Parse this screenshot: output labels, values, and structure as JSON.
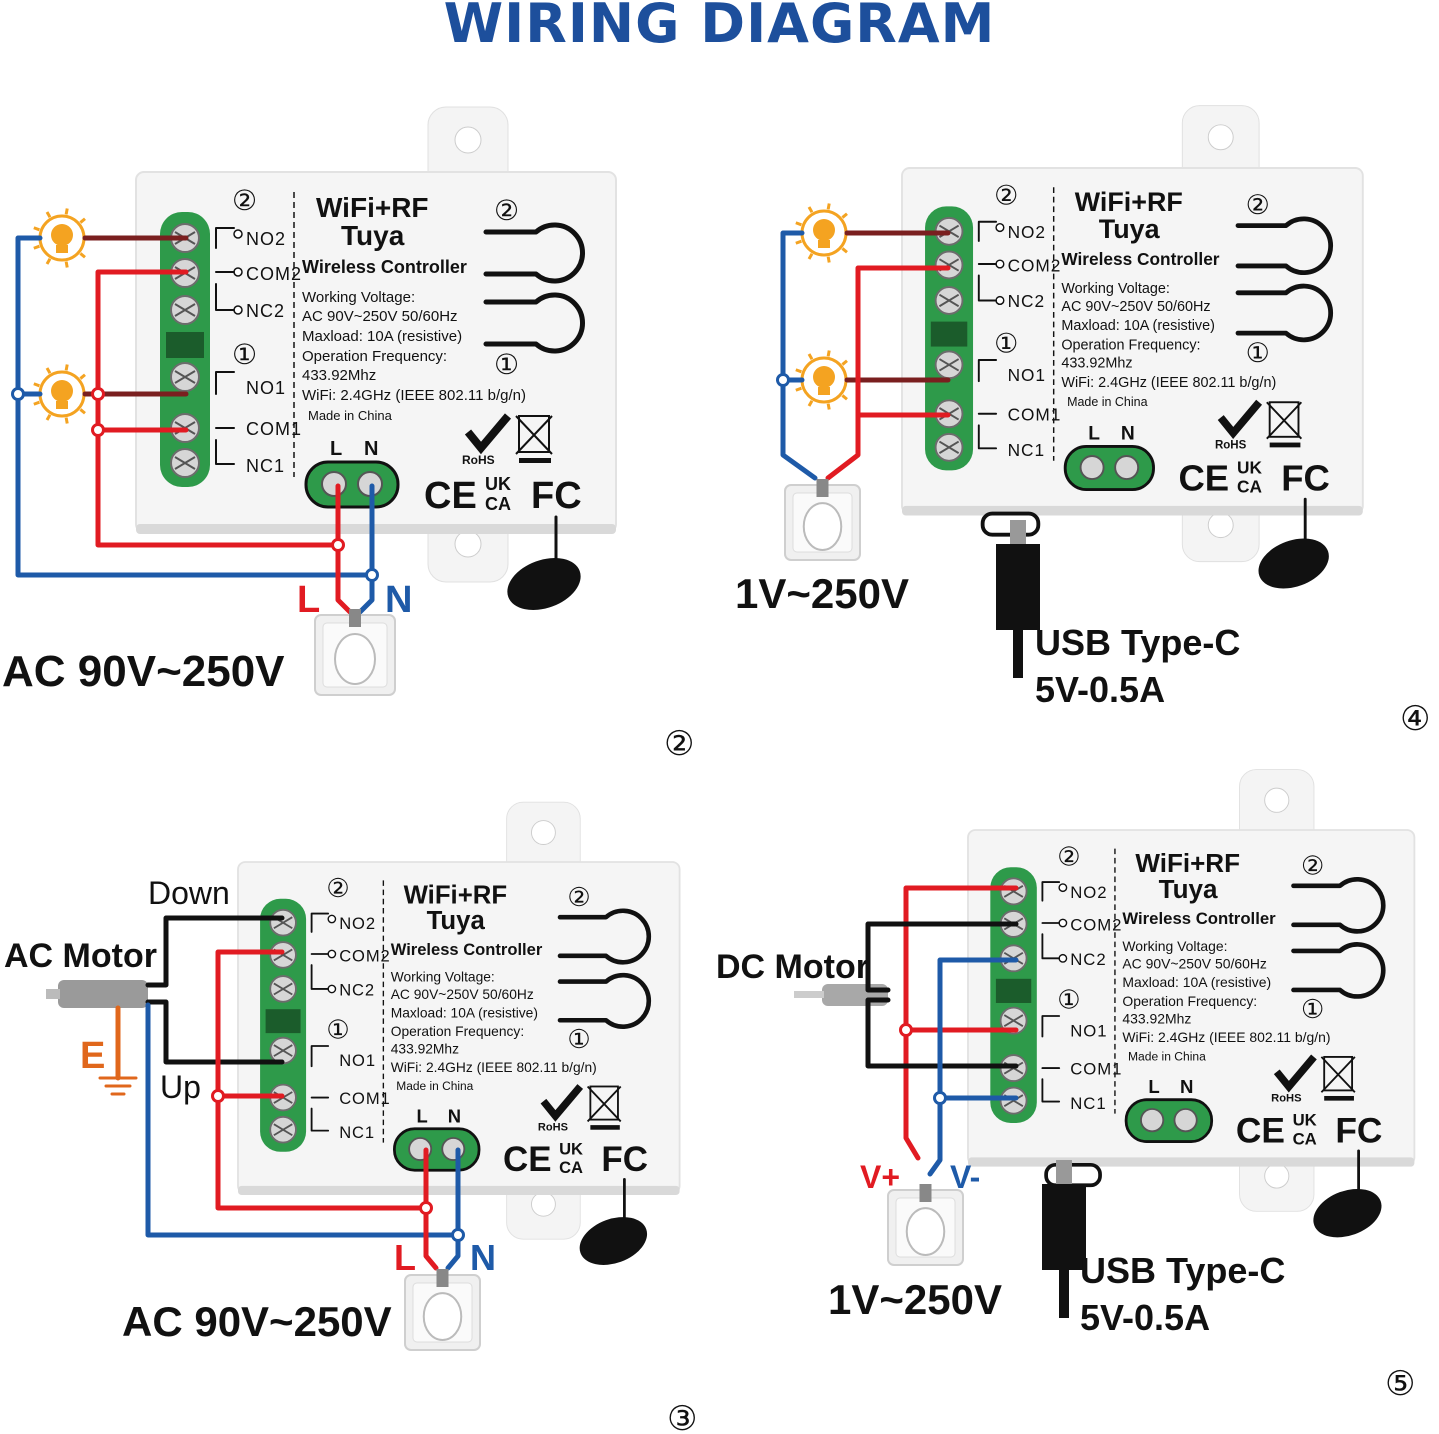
{
  "title": "WIRING DIAGRAM",
  "colors": {
    "title": "#1d4f9c",
    "live": "#e11b22",
    "neutral": "#1e5aa8",
    "load": "#7a1f1f",
    "earth": "#e0671c",
    "terminal": "#2e9a4a",
    "lamp": "#f4a321",
    "wire_black": "#111111"
  },
  "device": {
    "badge_top": "②",
    "badge_bottom": "①",
    "name_line1": "WiFi+RF",
    "name_line2": "Tuya",
    "name_line3": "Wireless Controller",
    "spec_voltage_label": "Working Voltage:",
    "spec_voltage": "AC 90V~250V  50/60Hz",
    "spec_load": "Maxload: 10A (resistive)",
    "spec_freq_label": "Operation Frequency:",
    "spec_freq": "433.92Mhz",
    "spec_wifi": "WiFi: 2.4GHz (IEEE 802.11 b/g/n)",
    "made_in": "Made in China",
    "terminals": [
      "NO2",
      "COM2",
      "NC2",
      "NO1",
      "COM1",
      "NC1"
    ],
    "power_l": "L",
    "power_n": "N",
    "rohs": "RoHS",
    "cert_ce": "CE",
    "cert_ukca_top": "UK",
    "cert_ukca_bottom": "CA",
    "cert_fc": "FC"
  },
  "panels": [
    {
      "id": "2",
      "number": "②",
      "supply": "AC 90V~250V",
      "wire_l": "L",
      "wire_n": "N"
    },
    {
      "id": "4",
      "number": "④",
      "supply": "1V~250V",
      "usb_line1": "USB Type-C",
      "usb_line2": "5V-0.5A"
    },
    {
      "id": "3",
      "number": "③",
      "supply": "AC 90V~250V",
      "wire_l": "L",
      "wire_n": "N",
      "motor": "AC Motor",
      "down": "Down",
      "up": "Up",
      "earth": "E"
    },
    {
      "id": "5",
      "number": "⑤",
      "supply": "1V~250V",
      "motor": "DC Motor",
      "vplus": "V+",
      "vminus": "V-",
      "usb_line1": "USB Type-C",
      "usb_line2": "5V-0.5A"
    }
  ]
}
